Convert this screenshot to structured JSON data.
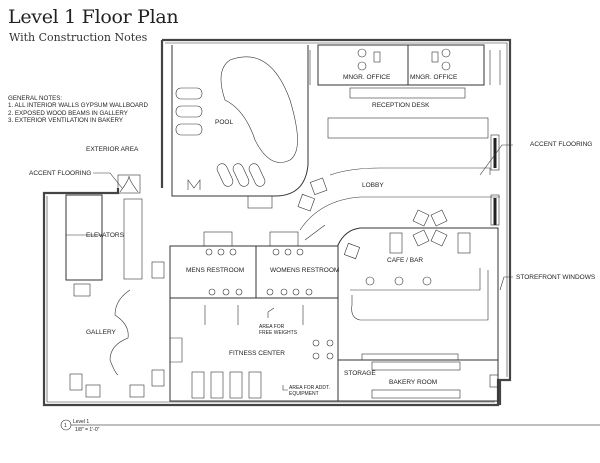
{
  "header": {
    "title": "Level 1 Floor Plan",
    "subtitle": "With Construction Notes"
  },
  "general_notes": {
    "heading": "GENERAL NOTES:",
    "items": [
      "1. ALL INTERIOR WALLS GYPSUM WALLBOARD",
      "2. EXPOSED WOOD BEAMS IN GALLERY",
      "3. EXTERIOR VENTILATION IN BAKERY"
    ]
  },
  "rooms": {
    "pool": "POOL",
    "office_1": "MNGR. OFFICE",
    "office_2": "MNGR. OFFICE",
    "reception": "RECEPTION DESK",
    "lobby": "LOBBY",
    "elevators": "ELEVATORS",
    "gallery": "GALLERY",
    "mens": "MENS RESTROOM",
    "womens": "WOMENS RESTROOM",
    "cafe": "CAFE / BAR",
    "fitness": "FITNESS CENTER",
    "storage": "STORAGE",
    "bakery": "BAKERY ROOM"
  },
  "callouts": {
    "exterior_area": "EXTERIOR AREA",
    "accent_flooring_left": "ACCENT FLOORING",
    "accent_flooring_right": "ACCENT FLOORING",
    "storefront_windows": "STOREFRONT WINDOWS",
    "free_weights_1": "AREA FOR",
    "free_weights_2": "FREE WEIGHTS",
    "addt_equipment_1": "AREA FOR ADDT.",
    "addt_equipment_2": "EQUIPMENT"
  },
  "view_tag": {
    "number": "1",
    "name": "Level 1",
    "scale": "1/8\" = 1'-0\""
  }
}
